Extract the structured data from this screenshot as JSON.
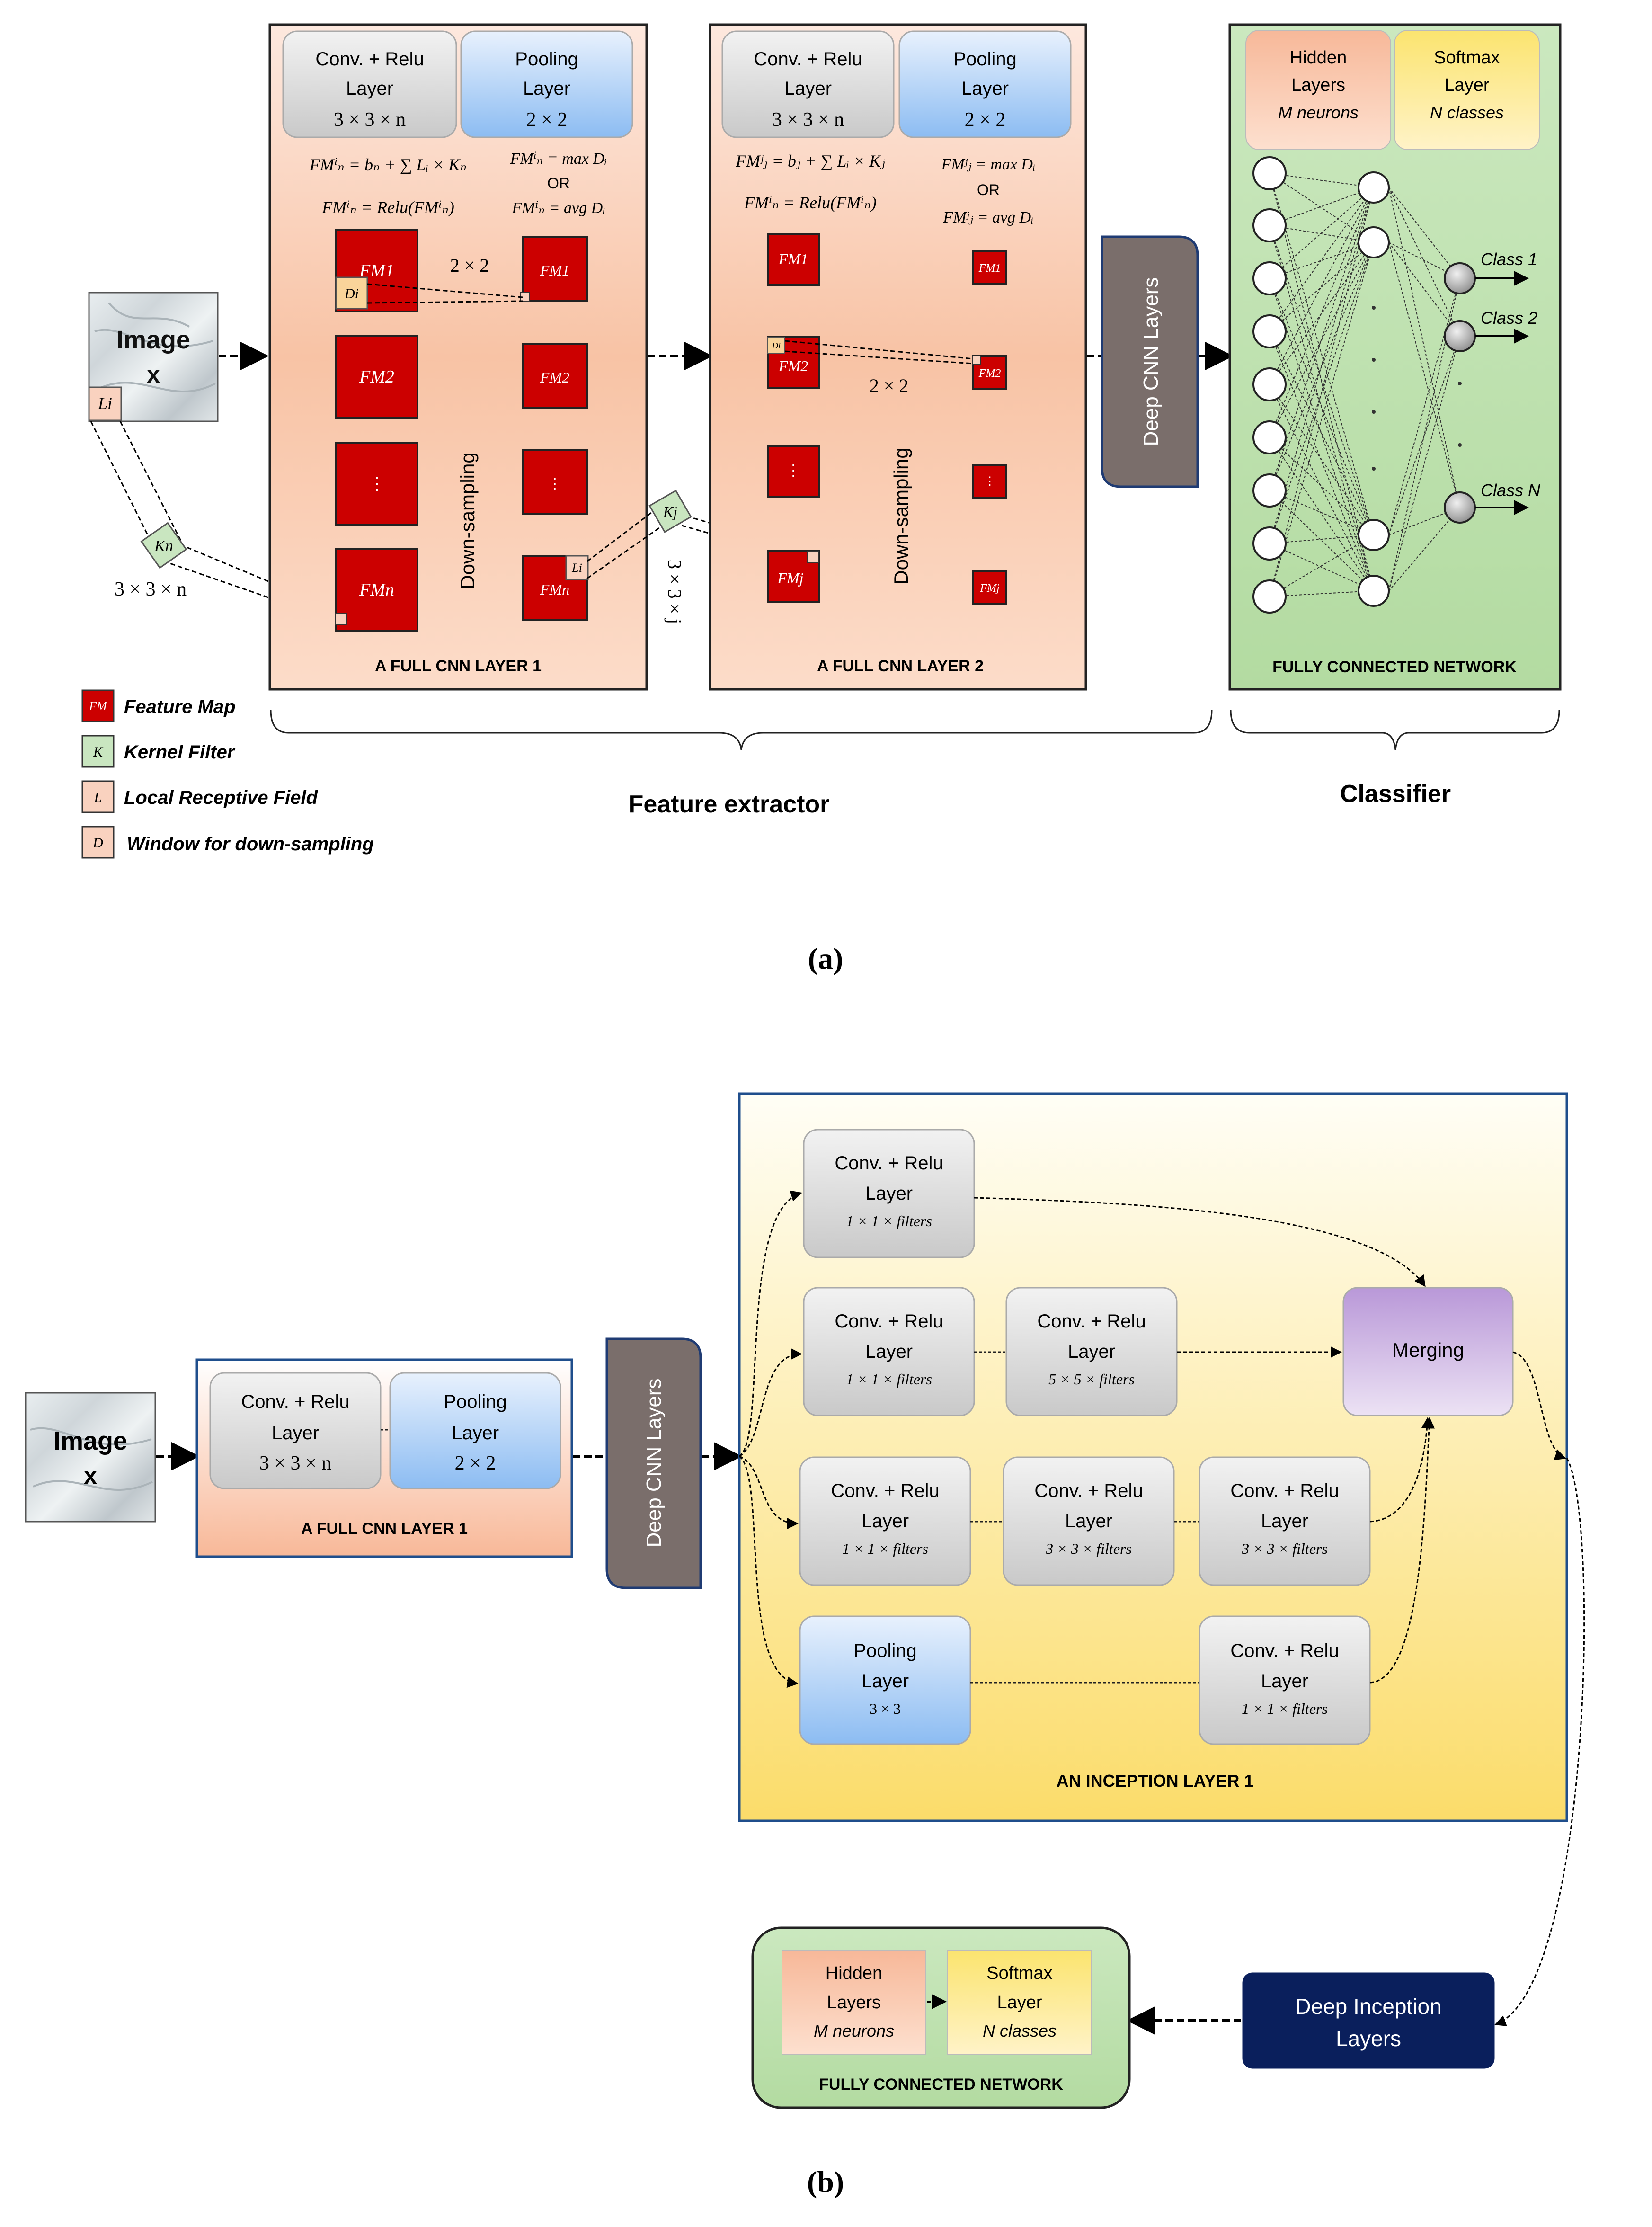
{
  "a": {
    "panel_label": "(a)",
    "image_label": {
      "line1": "Image",
      "line2": "x"
    },
    "li": "Li",
    "kernel_n": "Kn",
    "kernel_n_size": "3 × 3 × n",
    "kernel_j": "Kj",
    "kernel_j_size": "3 × 3 × j",
    "layer1": {
      "title": "A FULL CNN LAYER 1",
      "conv": {
        "line1": "Conv. + Relu",
        "line2": "Layer",
        "size": "3 × 3 × n"
      },
      "pool": {
        "line1": "Pooling",
        "line2": "Layer",
        "size": "2 × 2"
      },
      "eq_conv1": "FMⁱₙ = bₙ + ∑ Lᵢ × Kₙ",
      "eq_conv2": "FMⁱₙ = Relu(FMⁱₙ)",
      "eq_pool1": "FMⁱₙ = max Dᵢ",
      "eq_or": "OR",
      "eq_pool2": "FMⁱₙ = avg Dᵢ",
      "maps": [
        "FM1",
        "FM2",
        "⋮",
        "FMn"
      ],
      "pooled": [
        "FM1",
        "FM2",
        "⋮",
        "FMn"
      ],
      "window": "Di",
      "window_size": "2 × 2",
      "downsampling": "Down-sampling"
    },
    "layer2": {
      "title": "A FULL CNN LAYER 2",
      "conv": {
        "line1": "Conv. + Relu",
        "line2": "Layer",
        "size": "3 × 3 × n"
      },
      "pool": {
        "line1": "Pooling",
        "line2": "Layer",
        "size": "2 × 2"
      },
      "eq_conv1": "FMʲⱼ = bⱼ + ∑ Lᵢ × Kⱼ",
      "eq_conv2": "FMⁱₙ = Relu(FMⁱₙ)",
      "eq_pool1": "FMʲⱼ = max Dᵢ",
      "eq_or": "OR",
      "eq_pool2": "FMʲⱼ = avg Dᵢ",
      "maps": [
        "FM1",
        "FM2",
        "⋮",
        "FMj"
      ],
      "pooled": [
        "FM1",
        "FM2",
        "⋮",
        "FMj"
      ],
      "window": "Di",
      "window_size": "2 × 2",
      "downsampling": "Down-sampling"
    },
    "deep_cnn": "Deep CNN Layers",
    "fc": {
      "title": "FULLY CONNECTED NETWORK",
      "hidden": {
        "line1": "Hidden",
        "line2": "Layers",
        "line3": "M neurons"
      },
      "softmax": {
        "line1": "Softmax",
        "line2": "Layer",
        "line3": "N classes"
      },
      "classes": [
        "Class 1",
        "Class 2",
        "Class N"
      ]
    },
    "legend": [
      {
        "key": "FM",
        "label": "Feature Map",
        "color": "#cc0000"
      },
      {
        "key": "K",
        "label": "Kernel Filter",
        "color": "#c9e6c0"
      },
      {
        "key": "L",
        "label": "Local Receptive Field",
        "color": "#f9d2bf"
      },
      {
        "key": "D",
        "label": "Window for down-sampling",
        "color": "#f9d2bf"
      }
    ],
    "feature_extractor": "Feature extractor",
    "classifier": "Classifier"
  },
  "b": {
    "panel_label": "(b)",
    "image_label": {
      "line1": "Image",
      "line2": "x"
    },
    "cnn_layer": {
      "title": "A FULL CNN LAYER 1",
      "conv": {
        "line1": "Conv. + Relu",
        "line2": "Layer",
        "size": "3 × 3 × n"
      },
      "pool": {
        "line1": "Pooling",
        "line2": "Layer",
        "size": "2 × 2"
      }
    },
    "deep_cnn": "Deep CNN Layers",
    "inception": {
      "title": "AN INCEPTION LAYER 1",
      "row1": [
        {
          "line1": "Conv. + Relu",
          "line2": "Layer",
          "size": "1 × 1 × filters"
        }
      ],
      "row2": [
        {
          "line1": "Conv. + Relu",
          "line2": "Layer",
          "size": "1 × 1 × filters"
        },
        {
          "line1": "Conv. + Relu",
          "line2": "Layer",
          "size": "5 × 5 × filters"
        }
      ],
      "row3": [
        {
          "line1": "Conv. + Relu",
          "line2": "Layer",
          "size": "1 × 1 × filters"
        },
        {
          "line1": "Conv. + Relu",
          "line2": "Layer",
          "size": "3 × 3 × filters"
        },
        {
          "line1": "Conv. + Relu",
          "line2": "Layer",
          "size": "3 × 3 × filters"
        }
      ],
      "row4": [
        {
          "line1": "Pooling",
          "line2": "Layer",
          "size": "3 × 3"
        },
        {
          "line1": "Conv. + Relu",
          "line2": "Layer",
          "size": "1 × 1 × filters"
        }
      ],
      "merging": "Merging"
    },
    "deep_inception": {
      "line1": "Deep Inception",
      "line2": "Layers"
    },
    "fc": {
      "title": "FULLY CONNECTED NETWORK",
      "hidden": {
        "line1": "Hidden",
        "line2": "Layers",
        "line3": "M neurons"
      },
      "softmax": {
        "line1": "Softmax",
        "line2": "Layer",
        "line3": "N classes"
      }
    }
  },
  "colors": {
    "feature_map": "#cc0000",
    "dark_box": "#7a6e6b",
    "navy": "#0a1f5c",
    "fc_green": "#c2e2b4",
    "merging_purple": "#c9b1de"
  }
}
